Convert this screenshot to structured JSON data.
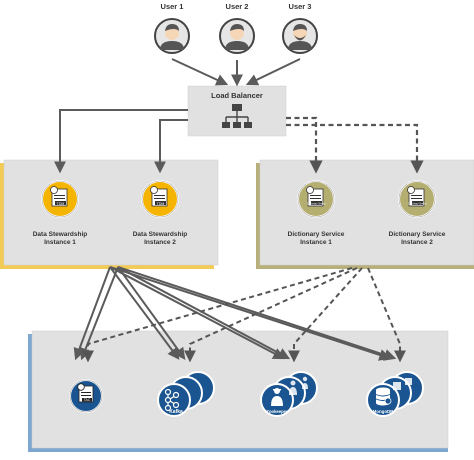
{
  "users": [
    {
      "label": "User 1",
      "icon": "user-male-icon"
    },
    {
      "label": "User 2",
      "icon": "user-male-icon"
    },
    {
      "label": "User 3",
      "icon": "user-bearded-icon"
    }
  ],
  "load_balancer": {
    "label": "Load Balancer",
    "icon": "network-hierarchy-icon"
  },
  "groups": {
    "stewardship": {
      "border_color": "#f2cb57",
      "instances": [
        {
          "label_line1": "Data Stewardship",
          "label_line2": "Instance 1",
          "badge": "TDM",
          "icon": "document-server-icon"
        },
        {
          "label_line1": "Data Stewardship",
          "label_line2": "Instance 2",
          "badge": "TDM",
          "icon": "document-server-icon"
        }
      ]
    },
    "dictionary": {
      "border_color": "#b8b07a",
      "instances": [
        {
          "label_line1": "Dictionary Service",
          "label_line2": "Instance 1",
          "badge": "Dictionary Service",
          "icon": "document-server-icon"
        },
        {
          "label_line1": "Dictionary Service",
          "label_line2": "Instance 2",
          "badge": "Dictionary Service",
          "icon": "document-server-icon"
        }
      ]
    },
    "backend": {
      "border_color": "#7ea6cf",
      "services": [
        {
          "badge": "TAC",
          "icon": "document-server-icon"
        },
        {
          "badge": "Kafka",
          "icon": "kafka-icon"
        },
        {
          "badge": "Zookeeper",
          "icon": "zookeeper-icon"
        },
        {
          "badge": "MongoDB",
          "icon": "mongodb-icon"
        }
      ]
    }
  },
  "colors": {
    "panel_gray": "#e1e1e1",
    "arrow_gray": "#5b5b5b",
    "yellow_icon": "#f5b400",
    "olive_icon": "#b5ae71",
    "blue_icon": "#1a5591"
  }
}
